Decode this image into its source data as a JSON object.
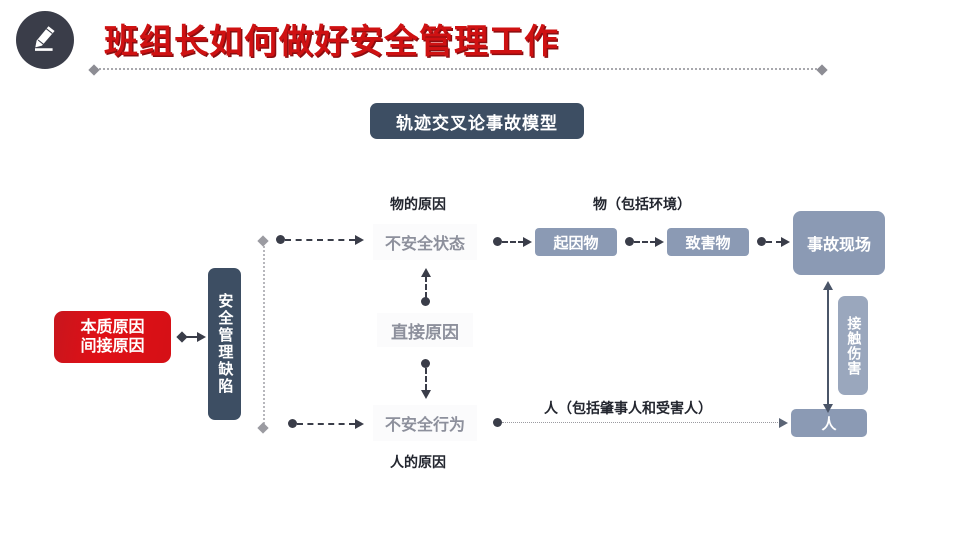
{
  "header": {
    "icon": "pencil-icon",
    "title": "班组长如何做好安全管理工作",
    "title_color": "#cf1112",
    "divider": "dotted-rule"
  },
  "banner": {
    "label": "轨迹交叉论事故模型",
    "bg_color": "#3d4e63",
    "text_color": "#ffffff"
  },
  "diagram": {
    "nodes": {
      "root_cause": {
        "line1": "本质原因",
        "line2": "间接原因",
        "color": "#d51016"
      },
      "management_defect": {
        "label": "安全管理缺陷",
        "color": "#3d4e63"
      },
      "unsafe_state": {
        "label": "不安全状态",
        "color": "#8d909c"
      },
      "direct_cause": {
        "label": "直接原因",
        "color": "#8d909c"
      },
      "unsafe_act": {
        "label": "不安全行为",
        "color": "#8d909c"
      },
      "origin_object": {
        "label": "起因物",
        "color": "#8b9ab4"
      },
      "harm_object": {
        "label": "致害物",
        "color": "#8b9ab4"
      },
      "accident_scene": {
        "label": "事故现场",
        "color": "#8b9ab4"
      },
      "contact_injury": {
        "label": "接触伤害",
        "color": "#9aa7bd"
      },
      "person": {
        "label": "人",
        "color": "#8b9ab4"
      }
    },
    "captions": {
      "thing_cause": "物的原因",
      "human_cause": "人的原因",
      "thing_group": "物（包括环境）",
      "human_group": "人（包括肇事人和受害人）"
    }
  }
}
